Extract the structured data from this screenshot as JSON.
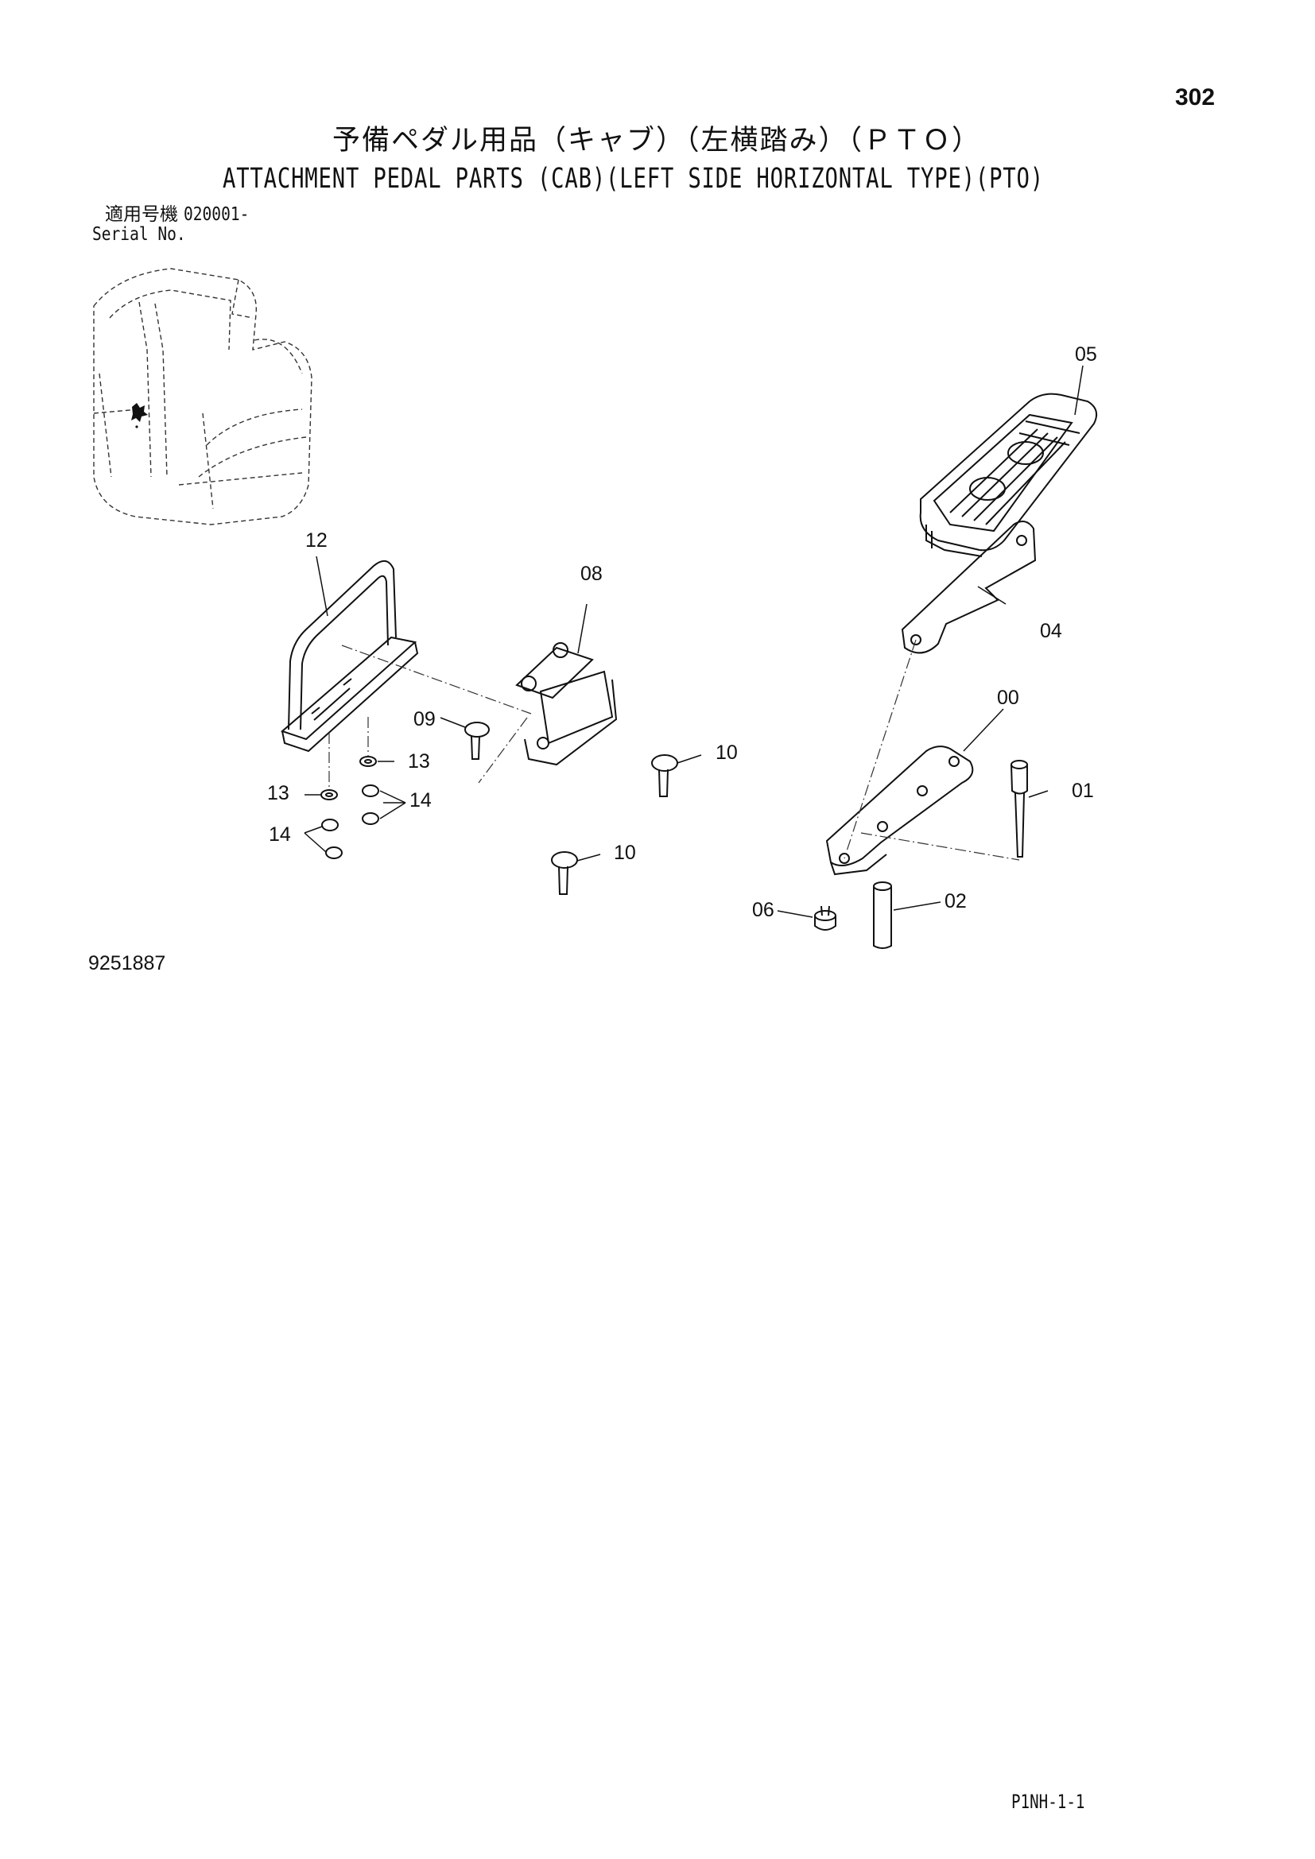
{
  "page": {
    "number": "302",
    "title_ja": "予備ペダル用品（キャブ）（左横踏み）（ＰＴＯ）",
    "title_en": "ATTACHMENT PEDAL PARTS (CAB)(LEFT SIDE HORIZONTAL TYPE)(PTO)",
    "serial_label_ja": "適用号機",
    "serial_value": "020001-",
    "serial_label_en": "Serial No.",
    "drawing_id": "9251887",
    "page_code": "P1NH-1-1"
  },
  "callouts": {
    "c05": "05",
    "c12": "12",
    "c08": "08",
    "c04": "04",
    "c00": "00",
    "c09": "09",
    "c13a": "13",
    "c10a": "10",
    "c13b": "13",
    "c14a": "14",
    "c01": "01",
    "c14b": "14",
    "c10b": "10",
    "c02": "02",
    "c06": "06"
  }
}
